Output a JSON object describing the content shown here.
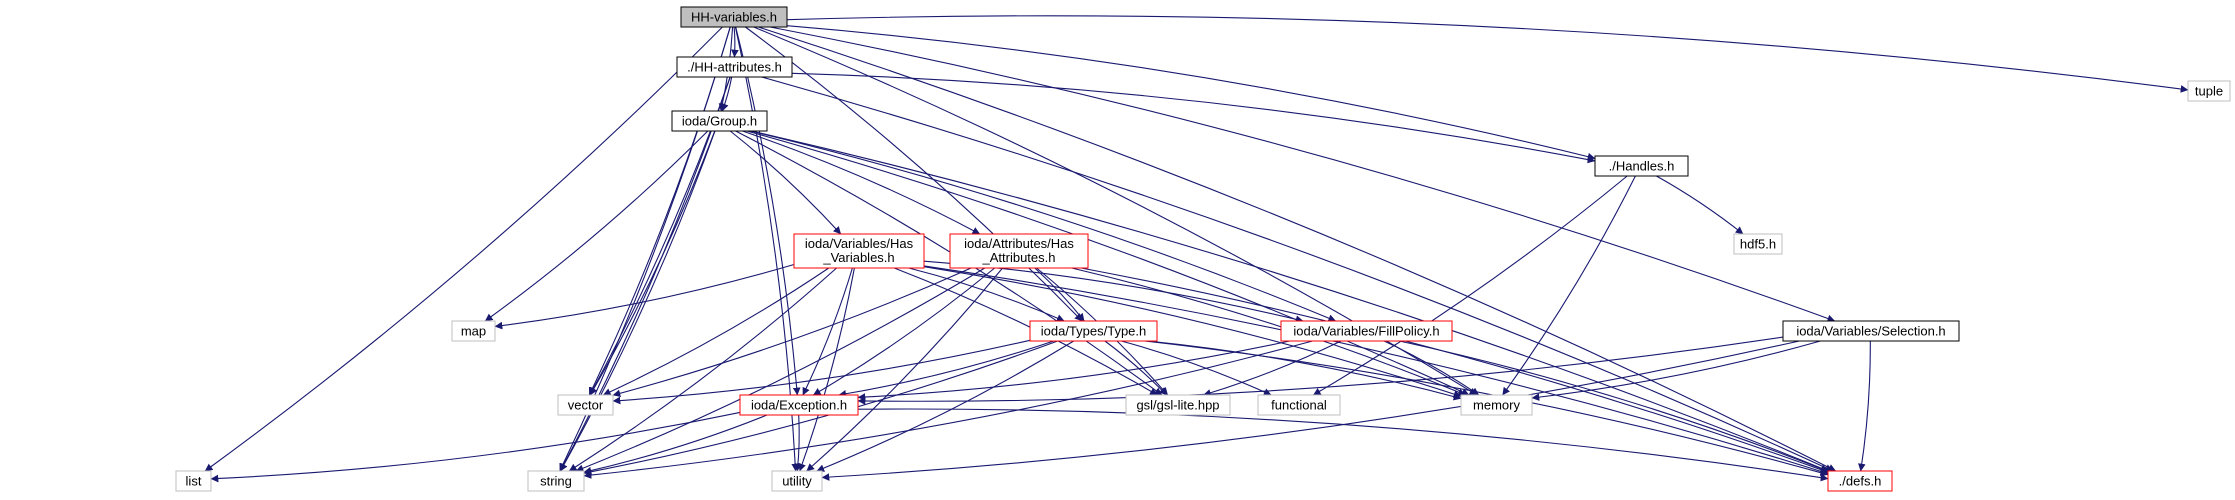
{
  "colors": {
    "edge": "#191970",
    "root_fill": "#bfbfbf",
    "border_normal": "#000000",
    "border_truncated": "#ff0000",
    "border_external": "#bfbfbf"
  },
  "nodes": [
    {
      "id": "hh_variables",
      "label": "HH-variables.h",
      "kind": "root"
    },
    {
      "id": "hh_attributes",
      "label": "./HH-attributes.h",
      "kind": "normal"
    },
    {
      "id": "tuple",
      "label": "tuple",
      "kind": "external"
    },
    {
      "id": "group",
      "label": "ioda/Group.h",
      "kind": "normal"
    },
    {
      "id": "handles",
      "label": "./Handles.h",
      "kind": "normal"
    },
    {
      "id": "hdf5",
      "label": "hdf5.h",
      "kind": "external"
    },
    {
      "id": "has_variables",
      "label": [
        "ioda/Variables/Has",
        "_Variables.h"
      ],
      "kind": "truncated"
    },
    {
      "id": "has_attributes",
      "label": [
        "ioda/Attributes/Has",
        "_Attributes.h"
      ],
      "kind": "truncated"
    },
    {
      "id": "map",
      "label": "map",
      "kind": "external"
    },
    {
      "id": "types_type",
      "label": "ioda/Types/Type.h",
      "kind": "truncated"
    },
    {
      "id": "fillpolicy",
      "label": "ioda/Variables/FillPolicy.h",
      "kind": "truncated"
    },
    {
      "id": "selection",
      "label": "ioda/Variables/Selection.h",
      "kind": "normal"
    },
    {
      "id": "vector",
      "label": "vector",
      "kind": "external"
    },
    {
      "id": "exception",
      "label": "ioda/Exception.h",
      "kind": "truncated"
    },
    {
      "id": "gsl_lite",
      "label": "gsl/gsl-lite.hpp",
      "kind": "external"
    },
    {
      "id": "functional",
      "label": "functional",
      "kind": "external"
    },
    {
      "id": "memory",
      "label": "memory",
      "kind": "external"
    },
    {
      "id": "list",
      "label": "list",
      "kind": "external"
    },
    {
      "id": "string",
      "label": "string",
      "kind": "external"
    },
    {
      "id": "utility",
      "label": "utility",
      "kind": "external"
    },
    {
      "id": "defs",
      "label": "./defs.h",
      "kind": "truncated"
    }
  ],
  "edges": [
    [
      "hh_variables",
      "hh_attributes"
    ],
    [
      "hh_variables",
      "group"
    ],
    [
      "hh_variables",
      "handles"
    ],
    [
      "hh_variables",
      "tuple"
    ],
    [
      "hh_variables",
      "types_type"
    ],
    [
      "hh_variables",
      "selection"
    ],
    [
      "hh_variables",
      "memory"
    ],
    [
      "hh_variables",
      "defs"
    ],
    [
      "hh_variables",
      "exception"
    ],
    [
      "hh_variables",
      "vector"
    ],
    [
      "hh_variables",
      "string"
    ],
    [
      "hh_variables",
      "list"
    ],
    [
      "hh_variables",
      "utility"
    ],
    [
      "hh_attributes",
      "group"
    ],
    [
      "hh_attributes",
      "handles"
    ],
    [
      "hh_attributes",
      "defs"
    ],
    [
      "hh_attributes",
      "vector"
    ],
    [
      "hh_attributes",
      "string"
    ],
    [
      "group",
      "has_variables"
    ],
    [
      "group",
      "has_attributes"
    ],
    [
      "group",
      "fillpolicy"
    ],
    [
      "group",
      "map"
    ],
    [
      "group",
      "gsl_lite"
    ],
    [
      "group",
      "memory"
    ],
    [
      "group",
      "defs"
    ],
    [
      "group",
      "vector"
    ],
    [
      "group",
      "string"
    ],
    [
      "handles",
      "hdf5"
    ],
    [
      "handles",
      "memory"
    ],
    [
      "handles",
      "functional"
    ],
    [
      "has_variables",
      "map"
    ],
    [
      "has_variables",
      "types_type"
    ],
    [
      "has_variables",
      "fillpolicy"
    ],
    [
      "has_variables",
      "exception"
    ],
    [
      "has_variables",
      "gsl_lite"
    ],
    [
      "has_variables",
      "vector"
    ],
    [
      "has_variables",
      "string"
    ],
    [
      "has_variables",
      "utility"
    ],
    [
      "has_variables",
      "memory"
    ],
    [
      "has_variables",
      "defs"
    ],
    [
      "has_attributes",
      "types_type"
    ],
    [
      "has_attributes",
      "exception"
    ],
    [
      "has_attributes",
      "gsl_lite"
    ],
    [
      "has_attributes",
      "vector"
    ],
    [
      "has_attributes",
      "string"
    ],
    [
      "has_attributes",
      "utility"
    ],
    [
      "has_attributes",
      "memory"
    ],
    [
      "has_attributes",
      "defs"
    ],
    [
      "types_type",
      "exception"
    ],
    [
      "types_type",
      "gsl_lite"
    ],
    [
      "types_type",
      "functional"
    ],
    [
      "types_type",
      "memory"
    ],
    [
      "types_type",
      "vector"
    ],
    [
      "types_type",
      "string"
    ],
    [
      "types_type",
      "utility"
    ],
    [
      "types_type",
      "defs"
    ],
    [
      "fillpolicy",
      "exception"
    ],
    [
      "fillpolicy",
      "gsl_lite"
    ],
    [
      "fillpolicy",
      "memory"
    ],
    [
      "fillpolicy",
      "string"
    ],
    [
      "fillpolicy",
      "defs"
    ],
    [
      "selection",
      "exception"
    ],
    [
      "selection",
      "memory"
    ],
    [
      "selection",
      "utility"
    ],
    [
      "selection",
      "defs"
    ],
    [
      "exception",
      "list"
    ],
    [
      "exception",
      "string"
    ],
    [
      "exception",
      "utility"
    ],
    [
      "exception",
      "defs"
    ]
  ]
}
